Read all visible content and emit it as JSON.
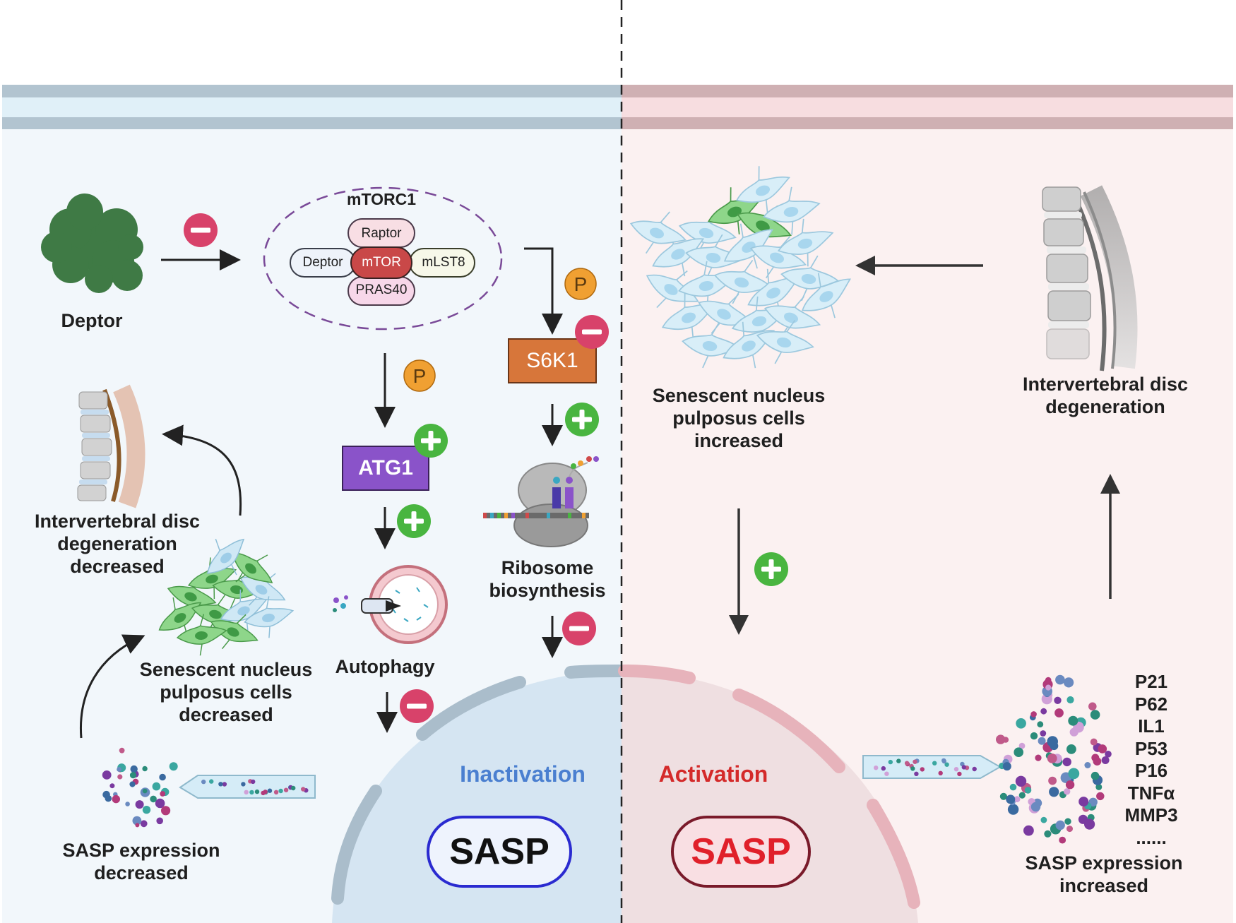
{
  "left": {
    "deptor_label": "Deptor",
    "mtorc1": {
      "title": "mTORC1",
      "raptor": "Raptor",
      "deptor": "Deptor",
      "mtor": "mTOR",
      "mlst8": "mLST8",
      "pras40": "PRAS40"
    },
    "phospho_symbol": "P",
    "s6k1": "S6K1",
    "atg1": "ATG1",
    "autophagy": "Autophagy",
    "ribosome": "Ribosome\nbiosynthesis",
    "ivd_decreased": "Intervertebral disc\ndegeneration\ndecreased",
    "senescent_decreased": "Senescent nucleus\npulposus cells\ndecreased",
    "sasp_decreased": "SASP expression\ndecreased",
    "state": "Inactivation",
    "sasp": "SASP"
  },
  "right": {
    "senescent_increased": "Senescent nucleus\npulposus cells\nincreased",
    "ivd": "Intervertebral disc\ndegeneration",
    "state": "Activation",
    "sasp": "SASP",
    "markers": [
      "P21",
      "P62",
      "IL1",
      "P53",
      "P16",
      "TNFα",
      "MMP3",
      "......"
    ],
    "sasp_increased": "SASP expression\nincreased"
  },
  "colors": {
    "left_bg": "#f2f7fb",
    "right_bg": "#fbf1f1",
    "deptor_green": "#3f7a45",
    "mtor_red": "#c94848",
    "atg1_purple": "#8a53c9",
    "s6k1_orange": "#d7763a",
    "minus_red": "#d8426a",
    "plus_green": "#49b540",
    "phospho_orange": "#f0a032",
    "inactivation_blue": "#4a7fd0",
    "activation_red": "#d42a2a"
  },
  "icons": [
    "protein-blob-icon",
    "minus-icon",
    "plus-icon",
    "phosphate-icon",
    "ribosome-icon",
    "autophagosome-icon",
    "spine-icon",
    "cell-cluster-icon",
    "secretion-icon"
  ]
}
